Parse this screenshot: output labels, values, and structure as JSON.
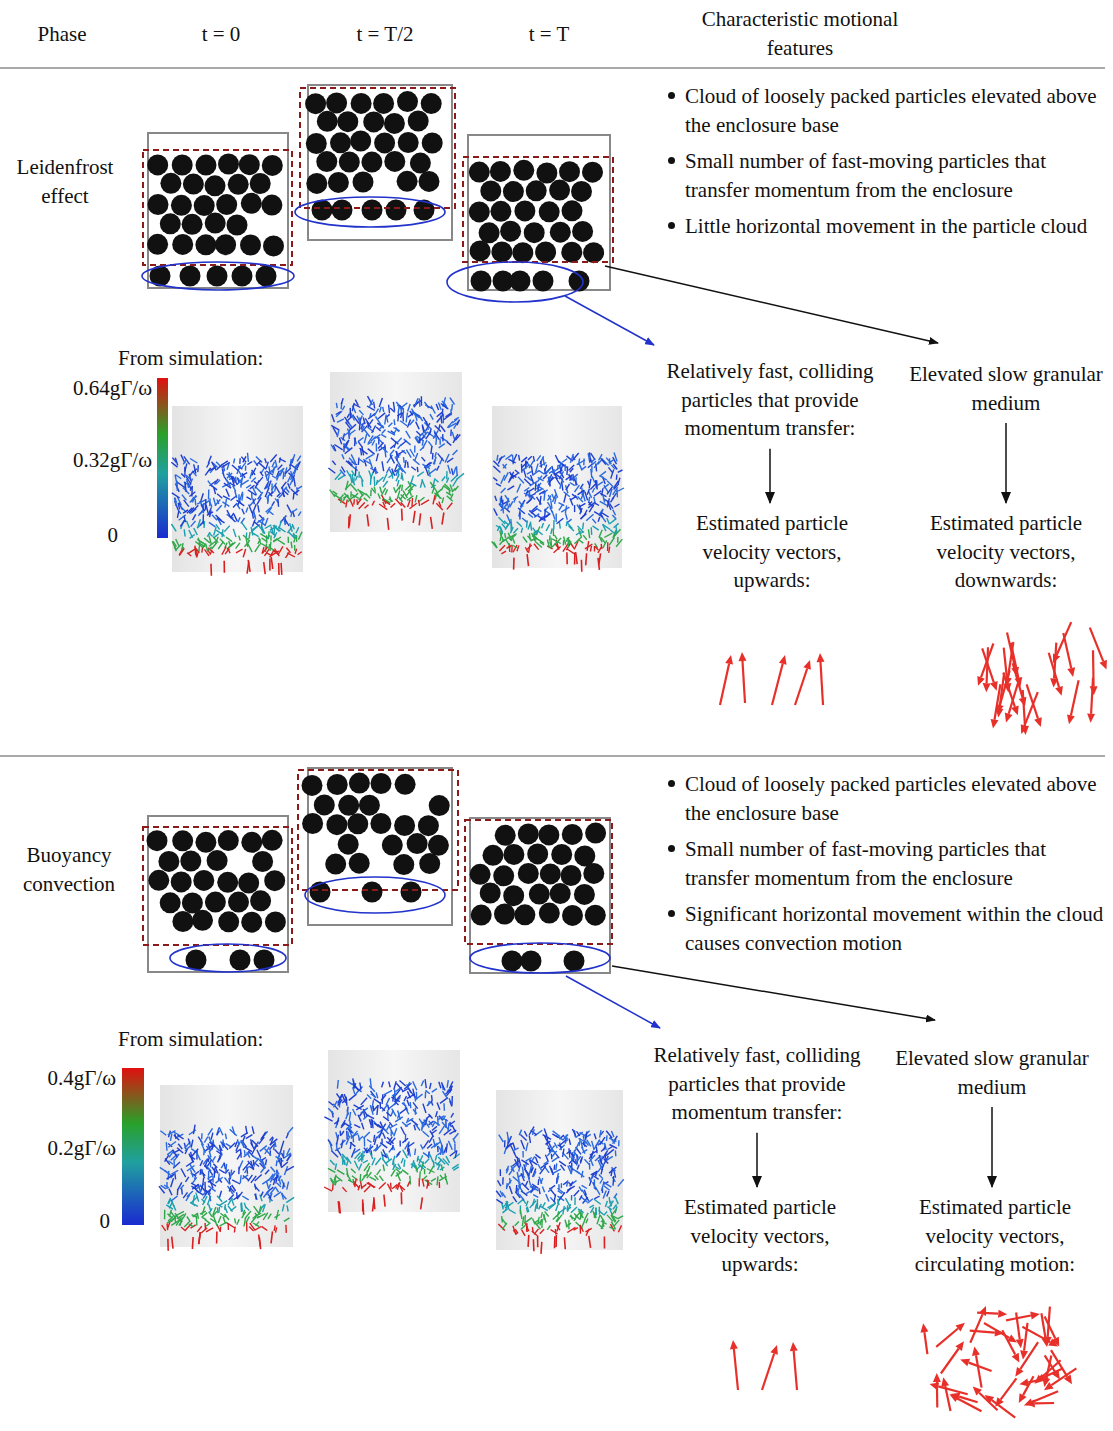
{
  "diagram": {
    "nodes": [
      {
        "text": [
          "Relatively fast, colliding particles that provide momentum transfer:"
        ]
      },
      {
        "text": [
          "Elevated slow granular medium"
        ]
      },
      {
        "text": [
          "Estimated particle velocity vectors, upwards:"
        ]
      },
      {
        "text": [
          "Estimated particle velocity vectors, downwards:"
        ]
      },
      {
        "text": [
          "Relatively fast, colliding particles that provide momentum transfer:"
        ]
      },
      {
        "text": [
          "Elevated slow granular medium"
        ]
      },
      {
        "text": [
          "Estimated particle velocity vectors, upwards:"
        ]
      },
      {
        "text": [
          "Estimated particle velocity vectors, circulating motion:"
        ]
      }
    ],
    "edges": [
      {
        "from": 0,
        "to": 2,
        "arrow": "to"
      },
      {
        "from": 1,
        "to": 3,
        "arrow": "to"
      },
      {
        "from": 4,
        "to": 6,
        "arrow": "to"
      },
      {
        "from": 5,
        "to": 7,
        "arrow": "to"
      }
    ],
    "labels": [
      "Phase",
      "t = 0",
      "t = T/2",
      "t = T",
      "Characteristic motional features",
      "Leidenfrost effect",
      "Cloud of loosely packed particles elevated above the enclosure base",
      "Small number of fast-moving particles that transfer momentum from the enclosure",
      "Little horizontal movement in the particle cloud",
      "From simulation:",
      "0.64gΓ/ω",
      "0.32gΓ/ω",
      "0",
      "Buoyancy convection",
      "Cloud of loosely packed particles elevated above the enclosure base",
      "Small number of fast-moving particles that transfer momentum from the enclosure",
      "Significant horizontal movement within the cloud causes convection motion",
      "From simulation:",
      "0.4gΓ/ω",
      "0.2gΓ/ω",
      "0"
    ]
  }
}
